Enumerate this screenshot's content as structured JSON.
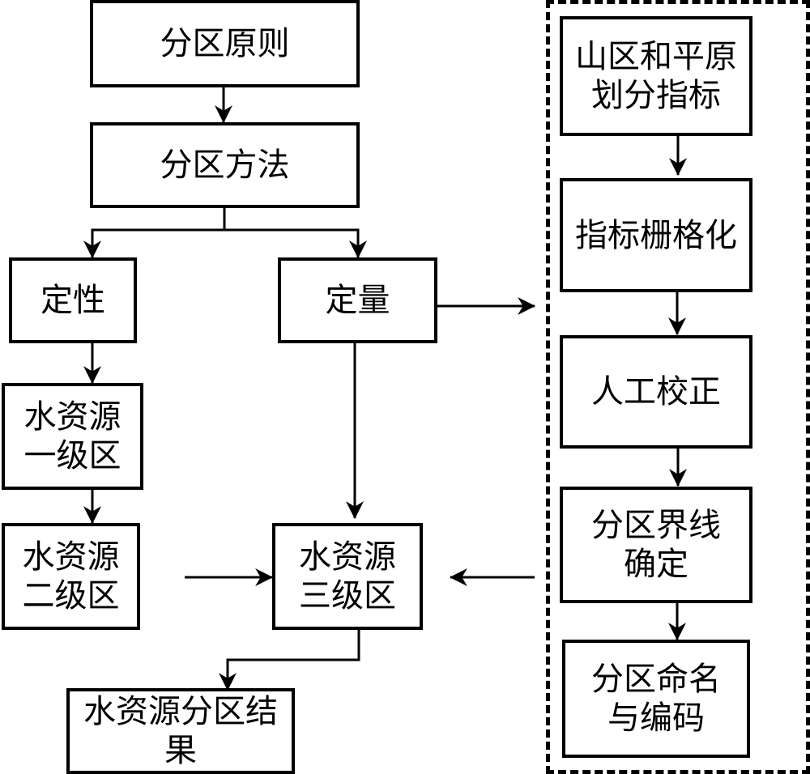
{
  "diagram": {
    "main_flow": {
      "principle": "分区原则",
      "method": "分区方法",
      "qualitative": "定性",
      "quantitative": "定量",
      "level1": "水资源\n一级区",
      "level2": "水资源\n二级区",
      "level3": "水资源\n三级区",
      "result": "水资源分区结果"
    },
    "quantitative_steps": [
      "山区和平原\n划分指标",
      "指标栅格化",
      "人工校正",
      "分区界线\n确定",
      "分区命名\n与编码"
    ],
    "edges": [
      {
        "from": "principle",
        "to": "method"
      },
      {
        "from": "method",
        "to": "qualitative"
      },
      {
        "from": "method",
        "to": "quantitative"
      },
      {
        "from": "qualitative",
        "to": "level1"
      },
      {
        "from": "level1",
        "to": "level2"
      },
      {
        "from": "level2",
        "to": "level3"
      },
      {
        "from": "quantitative",
        "to": "level3"
      },
      {
        "from": "quantitative",
        "to": "quantitative_steps_group"
      },
      {
        "from": "quantitative_steps_group",
        "to": "level3"
      },
      {
        "from": "level3",
        "to": "result"
      },
      {
        "from": "step1",
        "to": "step2"
      },
      {
        "from": "step2",
        "to": "step3"
      },
      {
        "from": "step3",
        "to": "step4"
      },
      {
        "from": "step4",
        "to": "step5"
      }
    ]
  }
}
